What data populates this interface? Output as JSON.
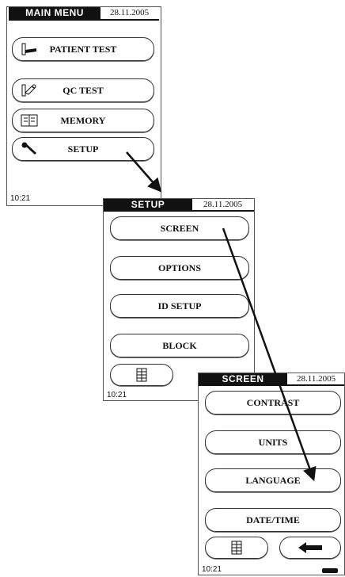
{
  "main_menu": {
    "title": "MAIN MENU",
    "date": "28.11.2005",
    "buttons": [
      "PATIENT TEST",
      "QC TEST",
      "MEMORY",
      "SETUP"
    ],
    "time": "10:21"
  },
  "setup": {
    "title": "SETUP",
    "date": "28.11.2005",
    "buttons": [
      "SCREEN",
      "OPTIONS",
      "ID SETUP",
      "BLOCK"
    ],
    "time": "10:21"
  },
  "screen": {
    "title": "SCREEN",
    "date": "28.11.2005",
    "buttons": [
      "CONTRAST",
      "UNITS",
      "LANGUAGE",
      "DATE/TIME"
    ],
    "time": "10:21"
  },
  "icons": {
    "patient_test": "drop-on-strip-icon",
    "qc_test": "qc-strip-icon",
    "memory": "memory-book-icon",
    "setup": "wrench-icon",
    "keypad": "keypad-icon",
    "back": "back-arrow-icon"
  }
}
